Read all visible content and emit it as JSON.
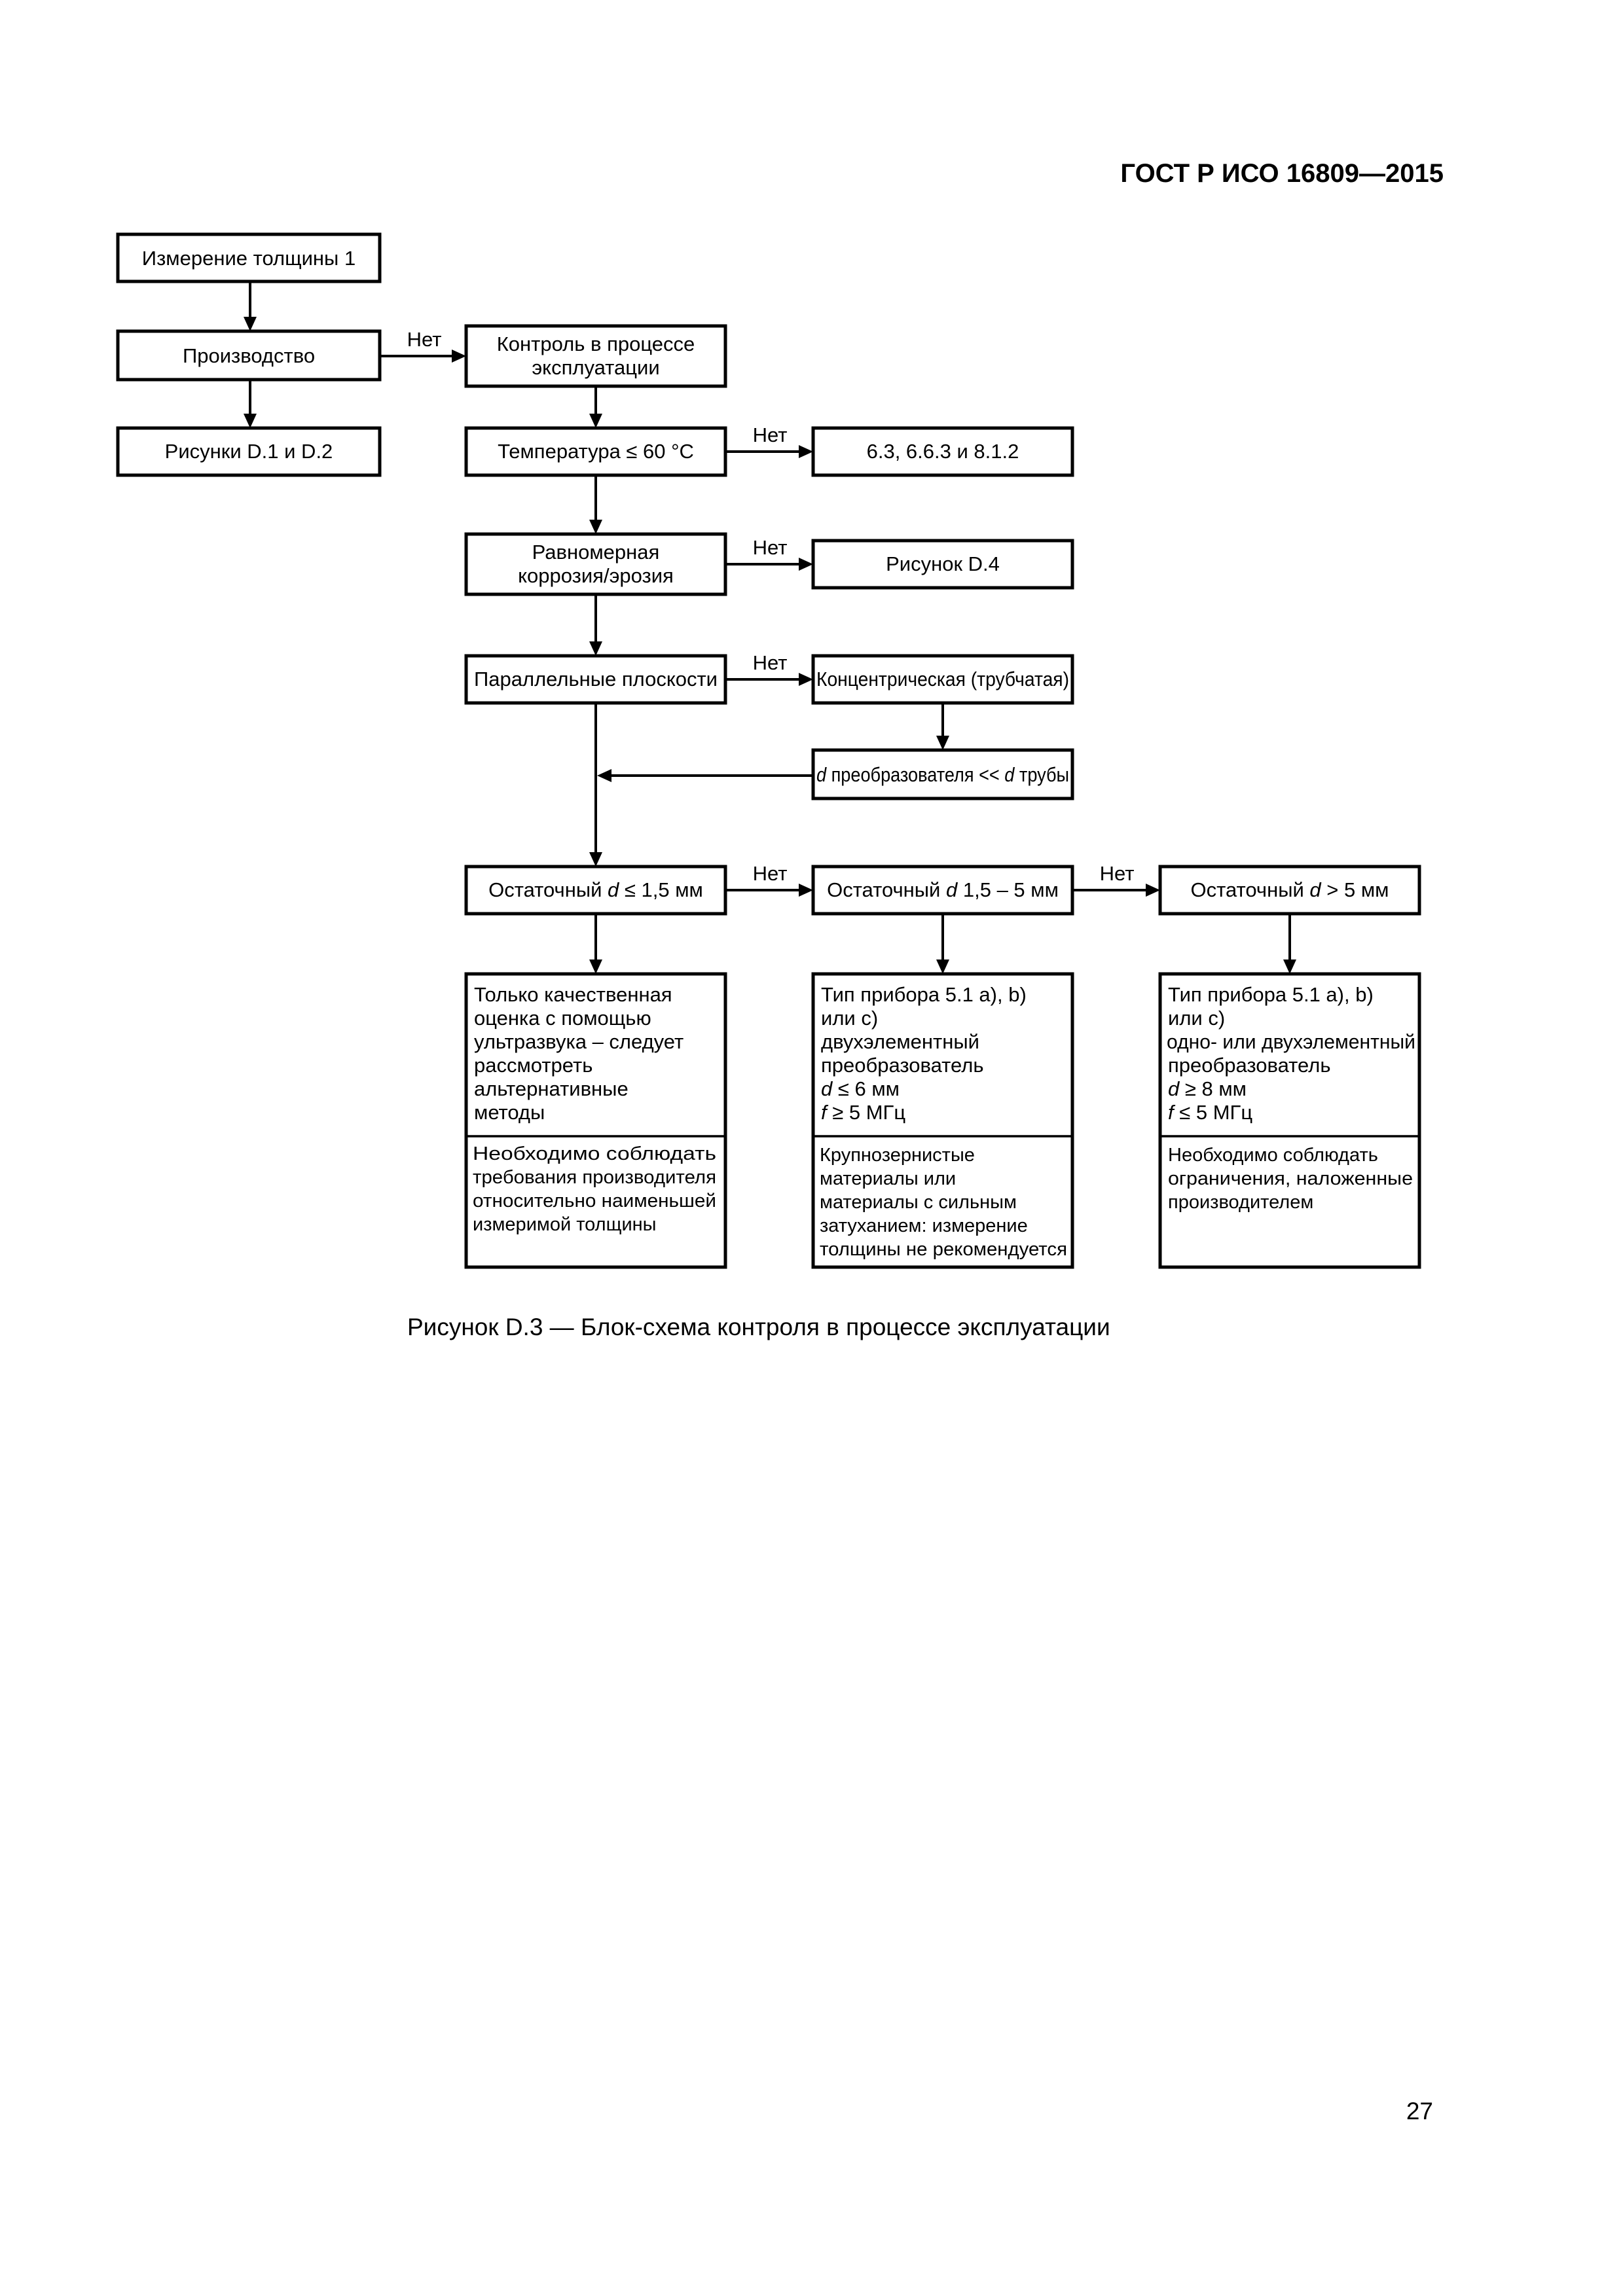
{
  "header": {
    "standard": "ГОСТ Р ИСО 16809—2015"
  },
  "flowchart": {
    "no_label": "Нет",
    "nodes": {
      "measurement": {
        "text": "Измерение толщины 1"
      },
      "production": {
        "text": "Производство"
      },
      "service_control": {
        "line1": "Контроль в процессе",
        "line2": "эксплуатации"
      },
      "figures_d1_d2": {
        "text": "Рисунки D.1 и D.2"
      },
      "temperature": {
        "text": "Температура ≤ 60 °C"
      },
      "sections_ref": {
        "text": "6.3, 6.6.3 и 8.1.2"
      },
      "uniform_corrosion": {
        "line1": "Равномерная",
        "line2": "коррозия/эрозия"
      },
      "figure_d4": {
        "text": "Рисунок D.4"
      },
      "parallel_planes": {
        "text": "Параллельные плоскости"
      },
      "concentric": {
        "text": "Концентрическая (трубчатая)"
      },
      "transducer_diameter": {
        "var1": "d",
        "mid": " преобразователя << ",
        "var2": "d",
        "tail": " трубы"
      },
      "residual_small": {
        "pre": "Остаточный ",
        "var": "d",
        "post": " ≤ 1,5 мм"
      },
      "residual_mid": {
        "pre": "Остаточный ",
        "var": "d",
        "post": " 1,5 – 5 мм"
      },
      "residual_large": {
        "pre": "Остаточный ",
        "var": "d",
        "post": " > 5 мм"
      },
      "col1": {
        "lines": [
          "Только качественная",
          "оценка с помощью",
          "ультразвука – следует",
          "рассмотреть",
          "альтернативные",
          "методы"
        ],
        "note": [
          "Необходимо соблюдать",
          "требования производителя",
          "относительно наименьшей",
          "измеримой толщины"
        ]
      },
      "col2": {
        "lines": [
          "Тип прибора 5.1 a), b)",
          "или c)",
          "двухэлементный",
          "преобразователь"
        ],
        "param1": {
          "var": "d",
          "text": " ≤ 6 мм"
        },
        "param2": {
          "var": "f",
          "text": " ≥ 5 МГц"
        },
        "note": [
          "Крупнозернистые",
          "материалы или",
          "материалы с сильным",
          "затуханием: измерение",
          "толщины не рекомендуется"
        ]
      },
      "col3": {
        "lines": [
          "Тип прибора 5.1 a), b)",
          "или c)",
          "одно- или двухэлементный",
          "преобразователь"
        ],
        "param1": {
          "var": "d",
          "text": " ≥ 8 мм"
        },
        "param2": {
          "var": "f",
          "text": " ≤ 5 МГц"
        },
        "note": [
          "Необходимо соблюдать",
          "ограничения, наложенные",
          "производителем"
        ]
      }
    }
  },
  "caption": {
    "text": "Рисунок  D.3 — Блок-схема контроля в процессе эксплуатации"
  },
  "page_number": "27"
}
